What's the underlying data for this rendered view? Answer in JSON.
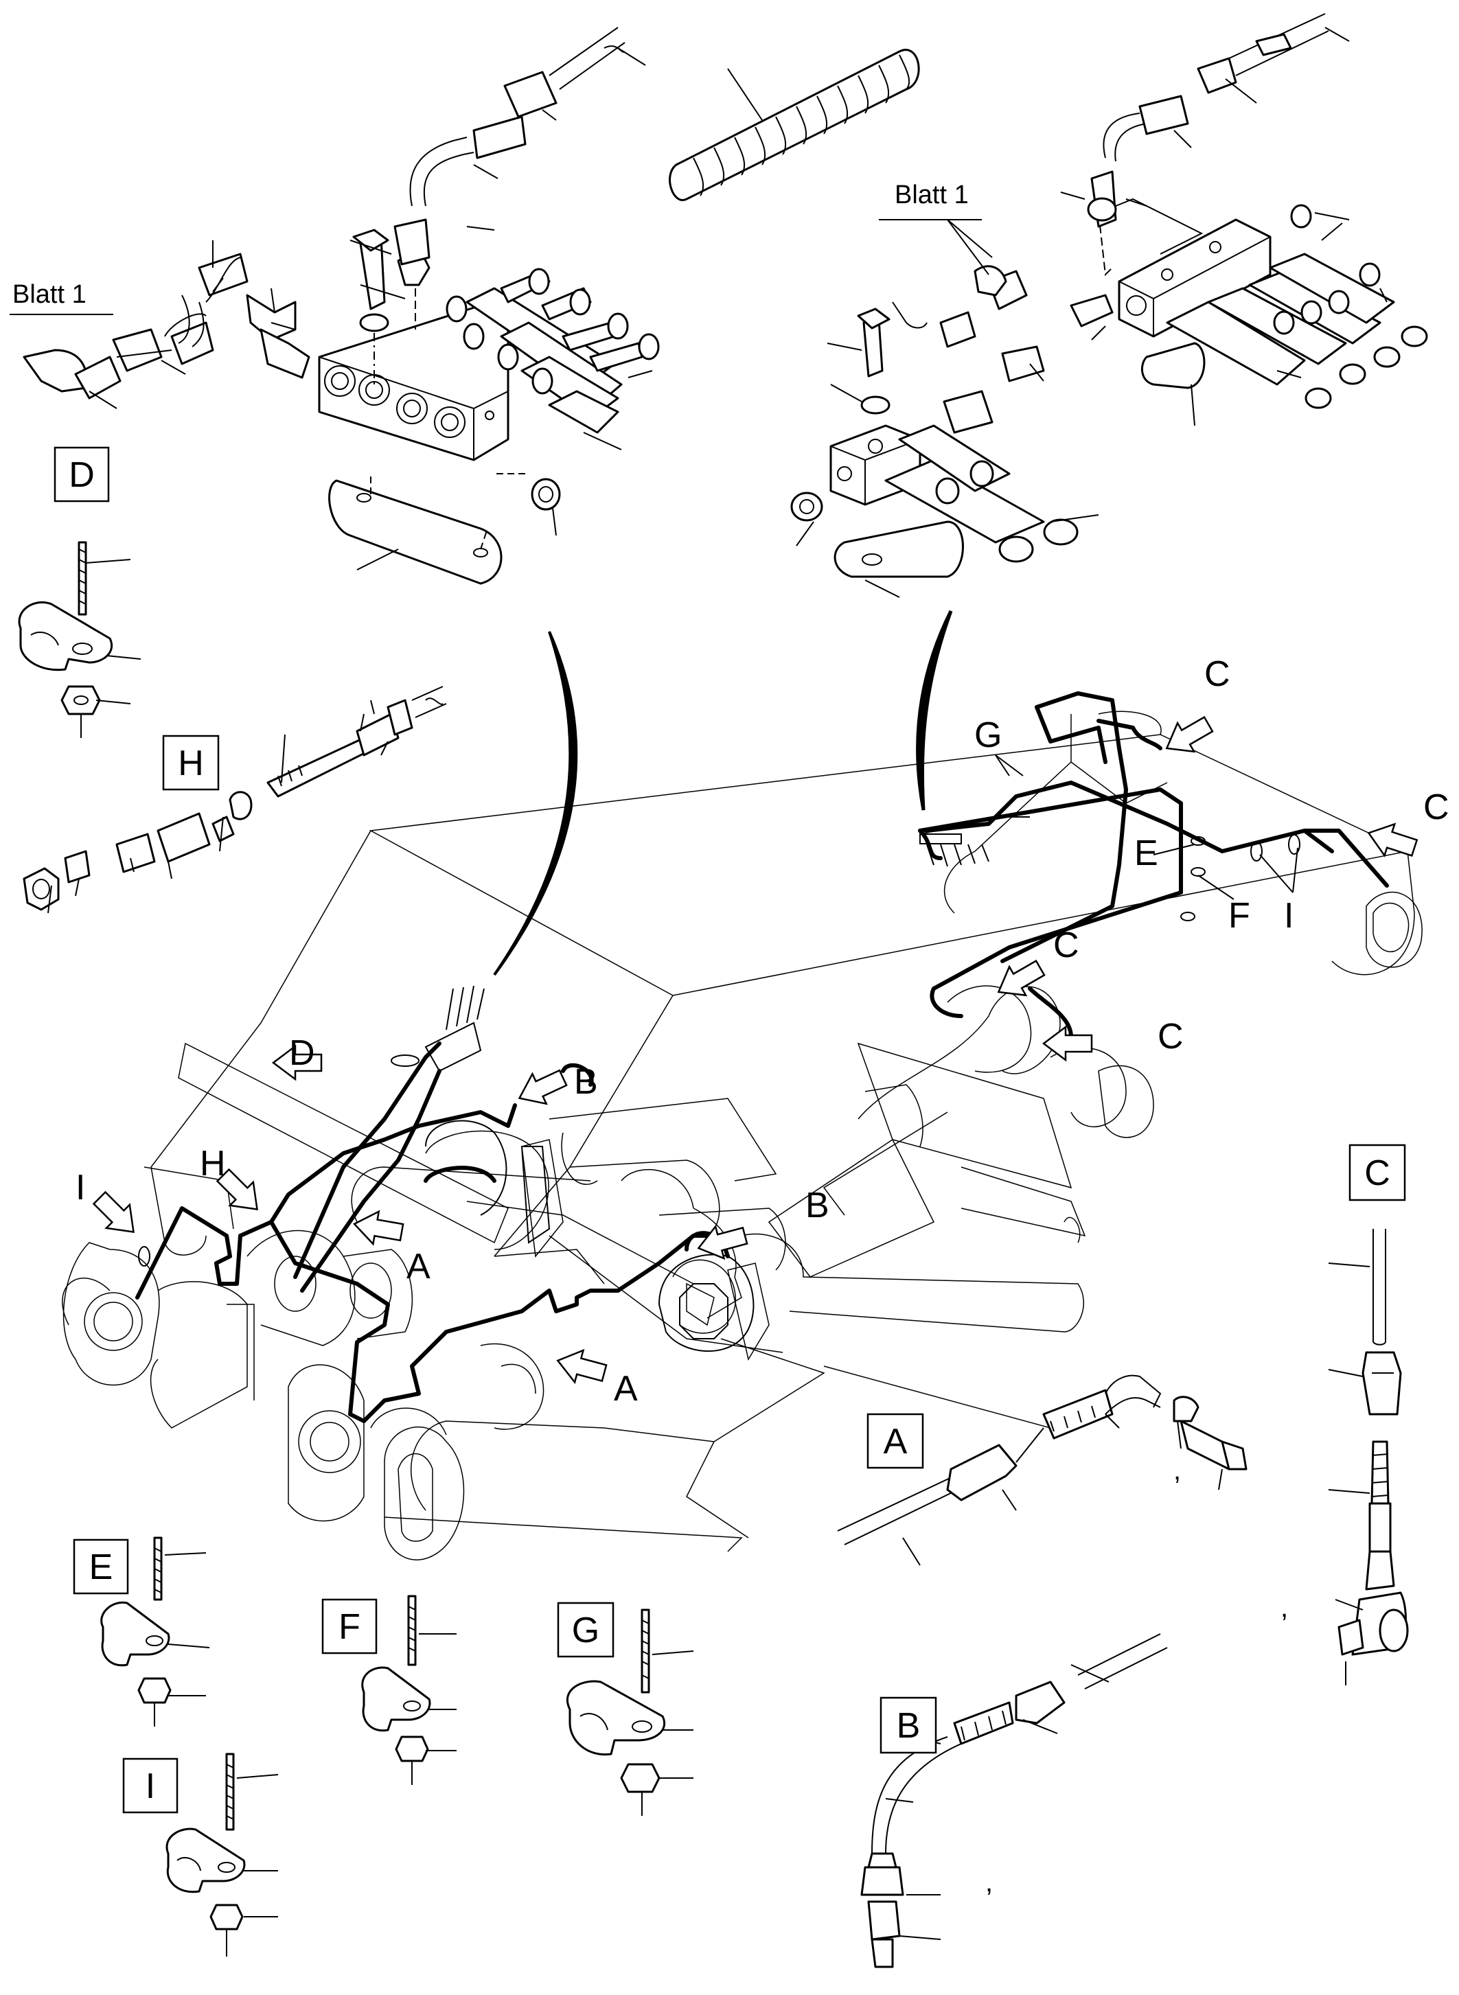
{
  "sheet_refs": {
    "left": "Blatt 1",
    "right": "Blatt 1"
  },
  "detail_boxes": {
    "D": "D",
    "H": "H",
    "E": "E",
    "F": "F",
    "G": "G",
    "I": "I",
    "A": "A",
    "B": "B",
    "C": "C"
  },
  "main_callouts": {
    "C_top": "C",
    "C_right": "C",
    "C_mid": "C",
    "C_lower": "C",
    "G": "G",
    "E": "E",
    "F": "F",
    "I_right": "I",
    "D": "D",
    "B_upper": "B",
    "B_lower": "B",
    "I_left": "I",
    "H": "H",
    "A_upper": "A",
    "A_lower": "A"
  },
  "commas": [
    ",",
    ",",
    ","
  ]
}
